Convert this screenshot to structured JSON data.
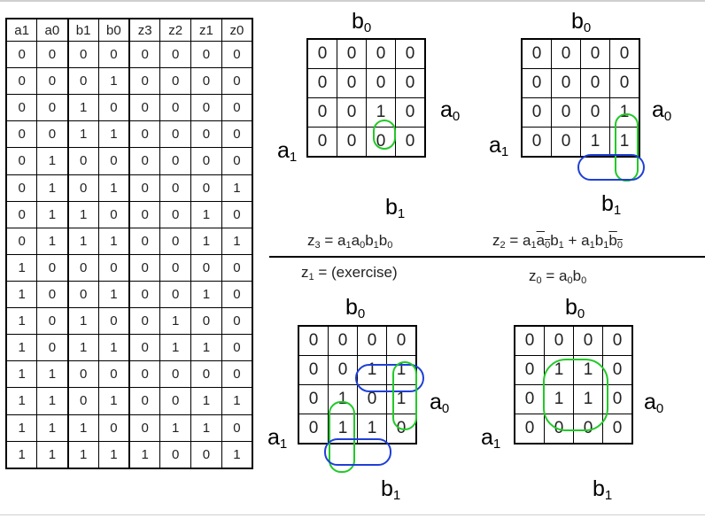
{
  "truth_table": {
    "headers": [
      "a1",
      "a0",
      "b1",
      "b0",
      "z3",
      "z2",
      "z1",
      "z0"
    ],
    "rows": [
      [
        "0",
        "0",
        "0",
        "0",
        "0",
        "0",
        "0",
        "0"
      ],
      [
        "0",
        "0",
        "0",
        "1",
        "0",
        "0",
        "0",
        "0"
      ],
      [
        "0",
        "0",
        "1",
        "0",
        "0",
        "0",
        "0",
        "0"
      ],
      [
        "0",
        "0",
        "1",
        "1",
        "0",
        "0",
        "0",
        "0"
      ],
      [
        "0",
        "1",
        "0",
        "0",
        "0",
        "0",
        "0",
        "0"
      ],
      [
        "0",
        "1",
        "0",
        "1",
        "0",
        "0",
        "0",
        "1"
      ],
      [
        "0",
        "1",
        "1",
        "0",
        "0",
        "0",
        "1",
        "0"
      ],
      [
        "0",
        "1",
        "1",
        "1",
        "0",
        "0",
        "1",
        "1"
      ],
      [
        "1",
        "0",
        "0",
        "0",
        "0",
        "0",
        "0",
        "0"
      ],
      [
        "1",
        "0",
        "0",
        "1",
        "0",
        "0",
        "1",
        "0"
      ],
      [
        "1",
        "0",
        "1",
        "0",
        "0",
        "1",
        "0",
        "0"
      ],
      [
        "1",
        "0",
        "1",
        "1",
        "0",
        "1",
        "1",
        "0"
      ],
      [
        "1",
        "1",
        "0",
        "0",
        "0",
        "0",
        "0",
        "0"
      ],
      [
        "1",
        "1",
        "0",
        "1",
        "0",
        "0",
        "1",
        "1"
      ],
      [
        "1",
        "1",
        "1",
        "0",
        "0",
        "1",
        "1",
        "0"
      ],
      [
        "1",
        "1",
        "1",
        "1",
        "1",
        "0",
        "0",
        "1"
      ]
    ]
  },
  "kmaps": {
    "z3": [
      [
        "0",
        "0",
        "0",
        "0"
      ],
      [
        "0",
        "0",
        "0",
        "0"
      ],
      [
        "0",
        "0",
        "1",
        "0"
      ],
      [
        "0",
        "0",
        "0",
        "0"
      ]
    ],
    "z2": [
      [
        "0",
        "0",
        "0",
        "0"
      ],
      [
        "0",
        "0",
        "0",
        "0"
      ],
      [
        "0",
        "0",
        "0",
        "1"
      ],
      [
        "0",
        "0",
        "1",
        "1"
      ]
    ],
    "z1": [
      [
        "0",
        "0",
        "0",
        "0"
      ],
      [
        "0",
        "0",
        "1",
        "1"
      ],
      [
        "0",
        "1",
        "0",
        "1"
      ],
      [
        "0",
        "1",
        "1",
        "0"
      ]
    ],
    "z0": [
      [
        "0",
        "0",
        "0",
        "0"
      ],
      [
        "0",
        "1",
        "1",
        "0"
      ],
      [
        "0",
        "1",
        "1",
        "0"
      ],
      [
        "0",
        "0",
        "0",
        "0"
      ]
    ]
  },
  "labels": {
    "a": "a",
    "b": "b",
    "sub0": "0",
    "sub1": "1"
  },
  "equations": {
    "z3_prefix": "z",
    "z3_index": "3",
    "z3_rhs": " = a",
    "z2_prefix": "z",
    "z2_index": "2",
    "z2_rhs": " = a",
    "z1_prefix": "z",
    "z1_index": "1",
    "z1_rhs": " = (exercise)",
    "z0_prefix": "z",
    "z0_index": "0",
    "z0_rhs": " = a"
  },
  "colors": {
    "green": "#22c928",
    "blue": "#1f3fd6"
  }
}
